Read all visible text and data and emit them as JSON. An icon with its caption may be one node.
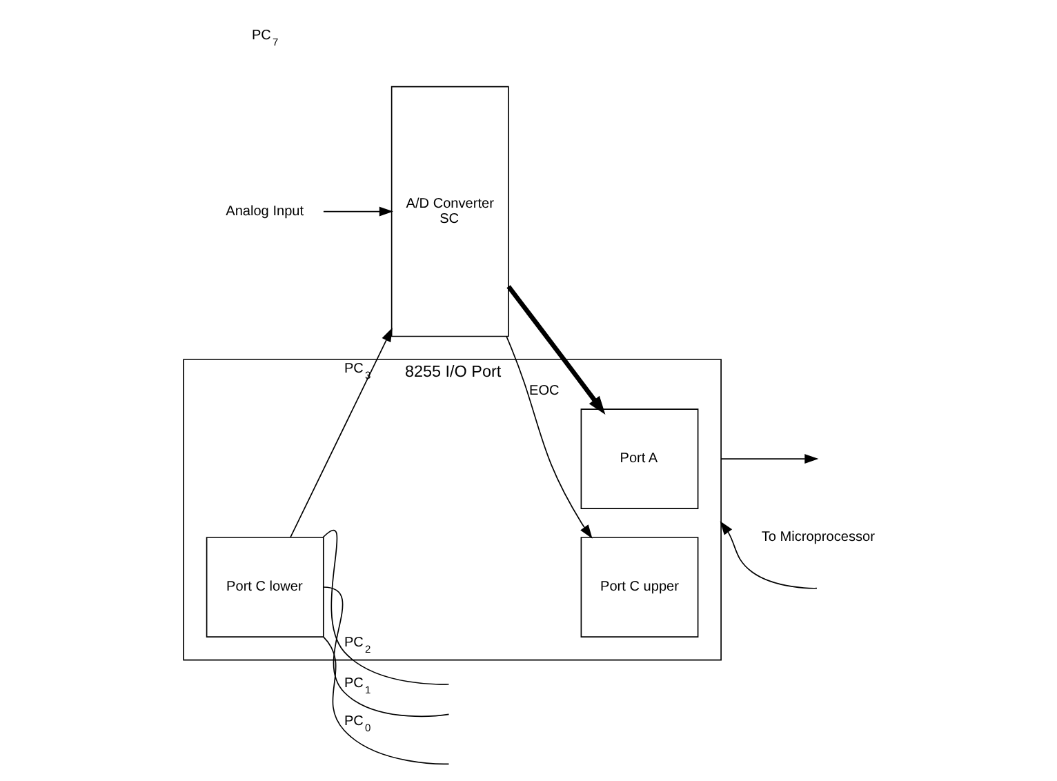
{
  "diagram": {
    "nodes": [
      {
        "text": [
          "Analog Input"
        ]
      },
      {
        "text": [
          "A/D Converter",
          "SC"
        ]
      },
      {
        "text": [
          "8255 I/O Port"
        ],
        "beside": [
          "To Microprocessor"
        ]
      },
      {
        "text": [
          "Port A"
        ],
        "in": 2
      },
      {
        "text": [
          "Port C upper"
        ],
        "in": 2
      },
      {
        "text": [
          "Port C lower"
        ],
        "in": 2
      }
    ],
    "edges": [
      {
        "from": 0,
        "to": 1,
        "arrow": "to"
      },
      {
        "from": 1,
        "to": 3,
        "arrow": "to",
        "style": "thick"
      },
      {
        "from": 1,
        "to": 4,
        "arrow": "to",
        "label": "EOC"
      },
      {
        "from": 5,
        "to": 1,
        "arrow": "to",
        "label": "PC$_{3}$"
      },
      {
        "from": 5,
        "to": null,
        "arrow": "none",
        "label": "PC$_{2}$"
      },
      {
        "from": 5,
        "to": null,
        "arrow": "none",
        "label": "PC$_{1}$"
      },
      {
        "from": 5,
        "to": null,
        "arrow": "none",
        "label": "PC$_{0}$"
      },
      {
        "from": null,
        "to": 2,
        "arrow": "to"
      },
      {
        "from": 2,
        "to": null,
        "arrow": "to"
      }
    ],
    "labels": [
      "PC$_{7}$"
    ]
  }
}
